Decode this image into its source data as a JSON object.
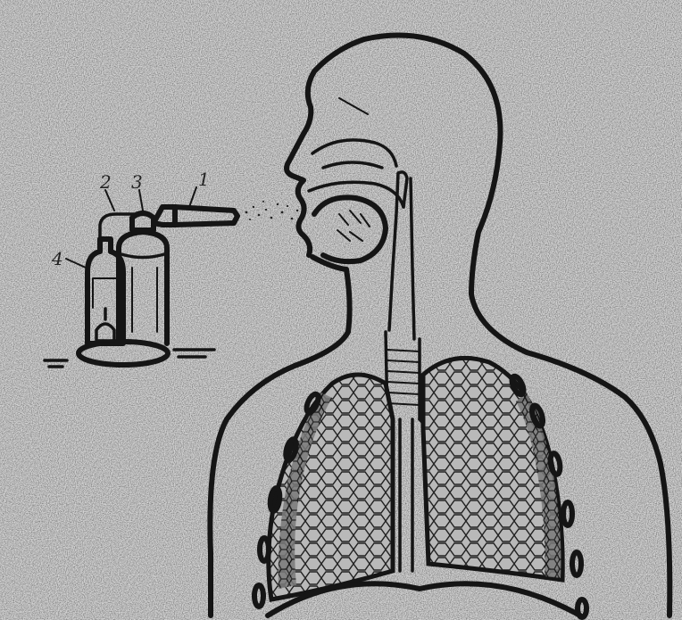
{
  "figure": {
    "colors": {
      "paper": "#d4d4d4",
      "ink": "#151515",
      "lung_shade": "#8a8a8a"
    },
    "labels": {
      "l1": "1",
      "l2": "2",
      "l3": "3",
      "l4": "4"
    }
  }
}
